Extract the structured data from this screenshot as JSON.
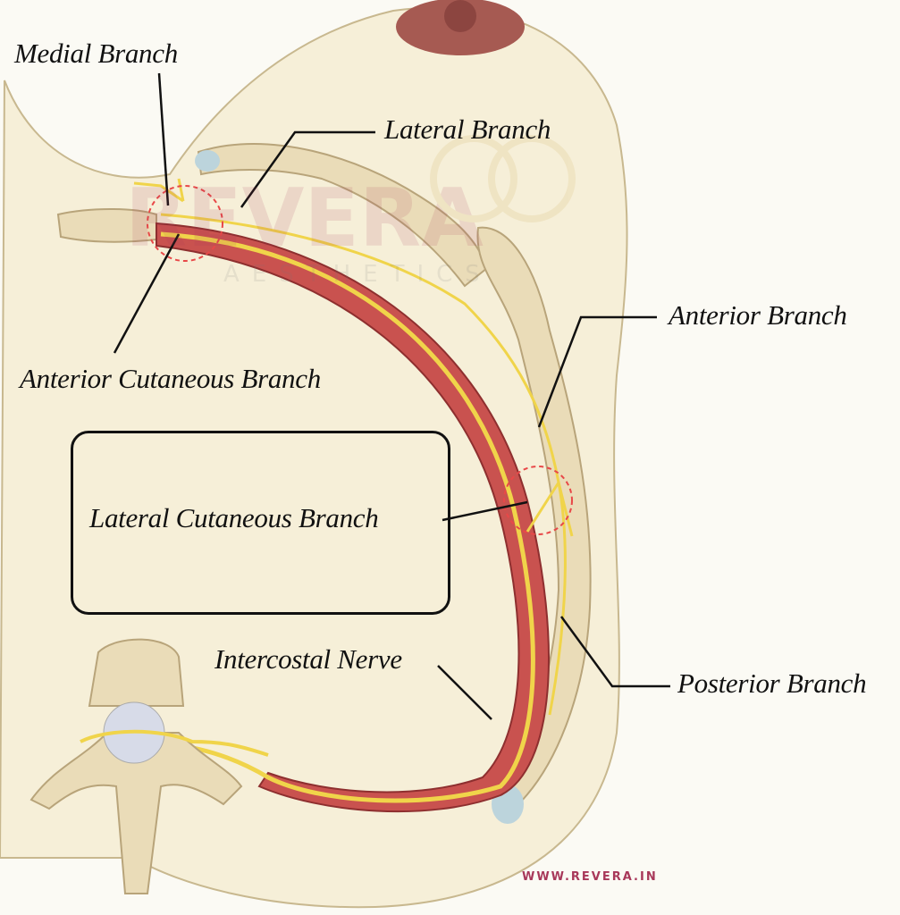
{
  "labels": {
    "medial_branch": "Medial Branch",
    "lateral_branch": "Lateral Branch",
    "anterior_branch": "Anterior Branch",
    "anterior_cutaneous_branch": "Anterior Cutaneous Branch",
    "lateral_cutaneous_branch": "Lateral Cutaneous Branch",
    "intercostal_nerve": "Intercostal Nerve",
    "posterior_branch": "Posterior Branch"
  },
  "website": "WWW.REVERA.IN",
  "watermark": {
    "brand": "REVERA",
    "subtitle": "AESTHETICS"
  },
  "colors": {
    "nerve": "#f0d44a",
    "muscle": "#c9524f",
    "bone": "#eadcb8",
    "skin": "#f6efd8",
    "highlight_circle": "#e84848",
    "brand": "#a8385a"
  }
}
